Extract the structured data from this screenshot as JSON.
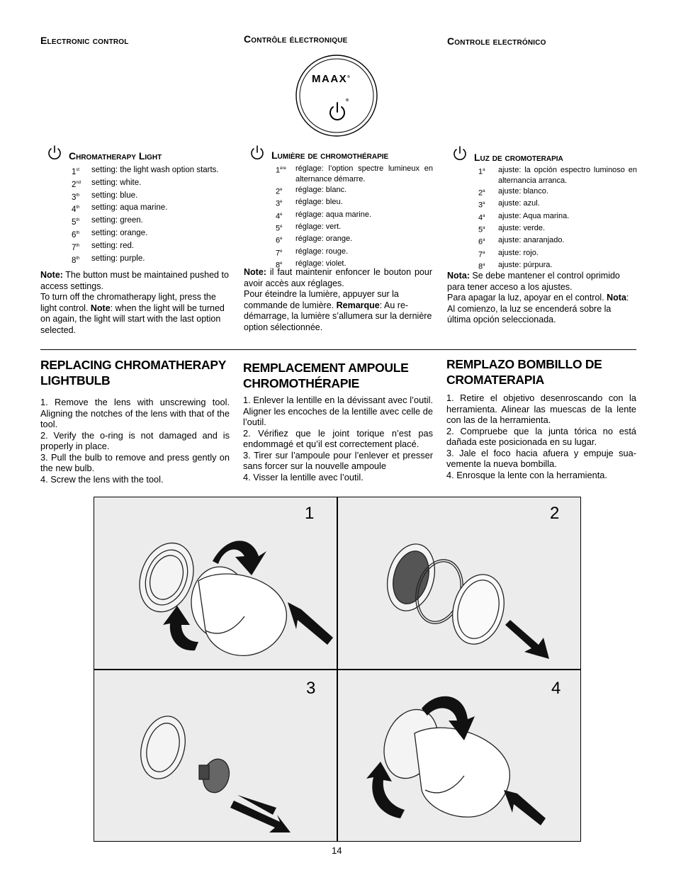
{
  "headers": {
    "en": "Electronic control",
    "fr": "Contrôle électronique",
    "es": "Controle electrónico"
  },
  "control_panel": {
    "logo": "MAAX",
    "logo_mark": "®",
    "power_icon": "power-icon"
  },
  "chromatherapy": {
    "en": {
      "title": "Chromatherapy Light",
      "items": [
        {
          "num": "1",
          "sup": "st",
          "text": "setting: the light wash option starts."
        },
        {
          "num": "2",
          "sup": "nd",
          "text": "setting: white."
        },
        {
          "num": "3",
          "sup": "th",
          "text": "setting: blue."
        },
        {
          "num": "4",
          "sup": "th",
          "text": "setting: aqua marine."
        },
        {
          "num": "5",
          "sup": "th",
          "text": "setting: green."
        },
        {
          "num": "6",
          "sup": "th",
          "text": "setting: orange."
        },
        {
          "num": "7",
          "sup": "th",
          "text": "setting: red."
        },
        {
          "num": "8",
          "sup": "th",
          "text": "setting: purple."
        }
      ],
      "note_label": "Note:",
      "note_text": " The button must be maintained pushed to access settings.",
      "off_text": "To turn off the chromatherapy light, press the light control. ",
      "note2_label": "Note",
      "note2_text": ": when the light will be turned on again, the light will start with the last option selected."
    },
    "fr": {
      "title": "Lumière de chromothérapie",
      "items": [
        {
          "num": "1",
          "sup": "ère",
          "text": "réglage: l’option spectre lumineux en alternance démarre."
        },
        {
          "num": "2",
          "sup": "e",
          "text": "réglage: blanc."
        },
        {
          "num": "3",
          "sup": "e",
          "text": "réglage: bleu."
        },
        {
          "num": "4",
          "sup": "e",
          "text": "réglage: aqua marine."
        },
        {
          "num": "5",
          "sup": "e",
          "text": "réglage: vert."
        },
        {
          "num": "6",
          "sup": "e",
          "text": "réglage: orange."
        },
        {
          "num": "7",
          "sup": "e",
          "text": "réglage: rouge."
        },
        {
          "num": "8",
          "sup": "e",
          "text": "réglage: violet."
        }
      ],
      "note_label": "Note:",
      "note_text": " il faut maintenir enfoncer le bouton pour avoir accès aux réglages.",
      "off_text": "Pour éteindre la lumière, appuyer sur la commande de lumière. ",
      "note2_label": "Remarque",
      "note2_text": ": Au re-démarrage, la lumière s’allumera sur la dernière option sélectionnée."
    },
    "es": {
      "title": "Luz de cromoterapia",
      "items": [
        {
          "num": "1",
          "sup": "a",
          "text": "ajuste: la opción espectro luminoso en alternancia arranca."
        },
        {
          "num": "2",
          "sup": "a",
          "text": "ajuste: blanco."
        },
        {
          "num": "3",
          "sup": "a",
          "text": "ajuste: azul."
        },
        {
          "num": "4",
          "sup": "a",
          "text": "ajuste: Aqua marina."
        },
        {
          "num": "5",
          "sup": "a",
          "text": "ajuste: verde."
        },
        {
          "num": "6",
          "sup": "a",
          "text": "ajuste: anaranjado."
        },
        {
          "num": "7",
          "sup": "a",
          "text": "ajuste: rojo."
        },
        {
          "num": "8",
          "sup": "a",
          "text": "ajuste: púrpura."
        }
      ],
      "note_label": "Nota:",
      "note_text": " Se debe mantener el control oprimido para tener acceso a los ajustes.",
      "off_text": "Para apagar la luz, apoyar en el control. ",
      "note2_label": "Nota",
      "note2_text": ": Al comienzo, la luz se encenderá sobre la última opción seleccionada."
    }
  },
  "replacing": {
    "en": {
      "title": "REPLACING CHROMATHERAPY LIGHTBULB",
      "steps": [
        "1. Remove the lens with unscrewing tool. Aligning the notches of the lens with that of the tool.",
        "2. Verify the o-ring is not damaged and is properly in place.",
        "3. Pull the bulb to remove and press gently on the new bulb.",
        "4. Screw the lens with the tool."
      ]
    },
    "fr": {
      "title": "REMPLACEMENT AMPOULE CHROMOTHÉRAPIE",
      "steps": [
        "1. Enlever la lentille en la dévissant avec l’outil. Aligner les encoches de la lentille avec celle de l’outil.",
        "2. Vérifiez que le joint torique n’est pas endommagé et qu’il est correctement placé.",
        "3. Tirer sur l’ampoule pour l’enlever et presser sans forcer sur la nouvelle ampoule",
        "4. Visser la lentille avec l’outil."
      ]
    },
    "es": {
      "title": "REMPLAZO BOMBILLO DE CROMATERAPIA",
      "steps": [
        "1. Retire el objetivo desenroscando con la herramienta. Alinear las muescas de la lente con las de la herramienta.",
        "2. Compruebe que la junta tórica no está dañada este posicionada en su lugar.",
        "3. Jale el foco hacia afuera y empuje sua-vemente la nueva bombilla.",
        "4. Enrosque la lente con la herramienta."
      ]
    }
  },
  "figure": {
    "panels": [
      "1",
      "2",
      "3",
      "4"
    ]
  },
  "page_number": "14"
}
